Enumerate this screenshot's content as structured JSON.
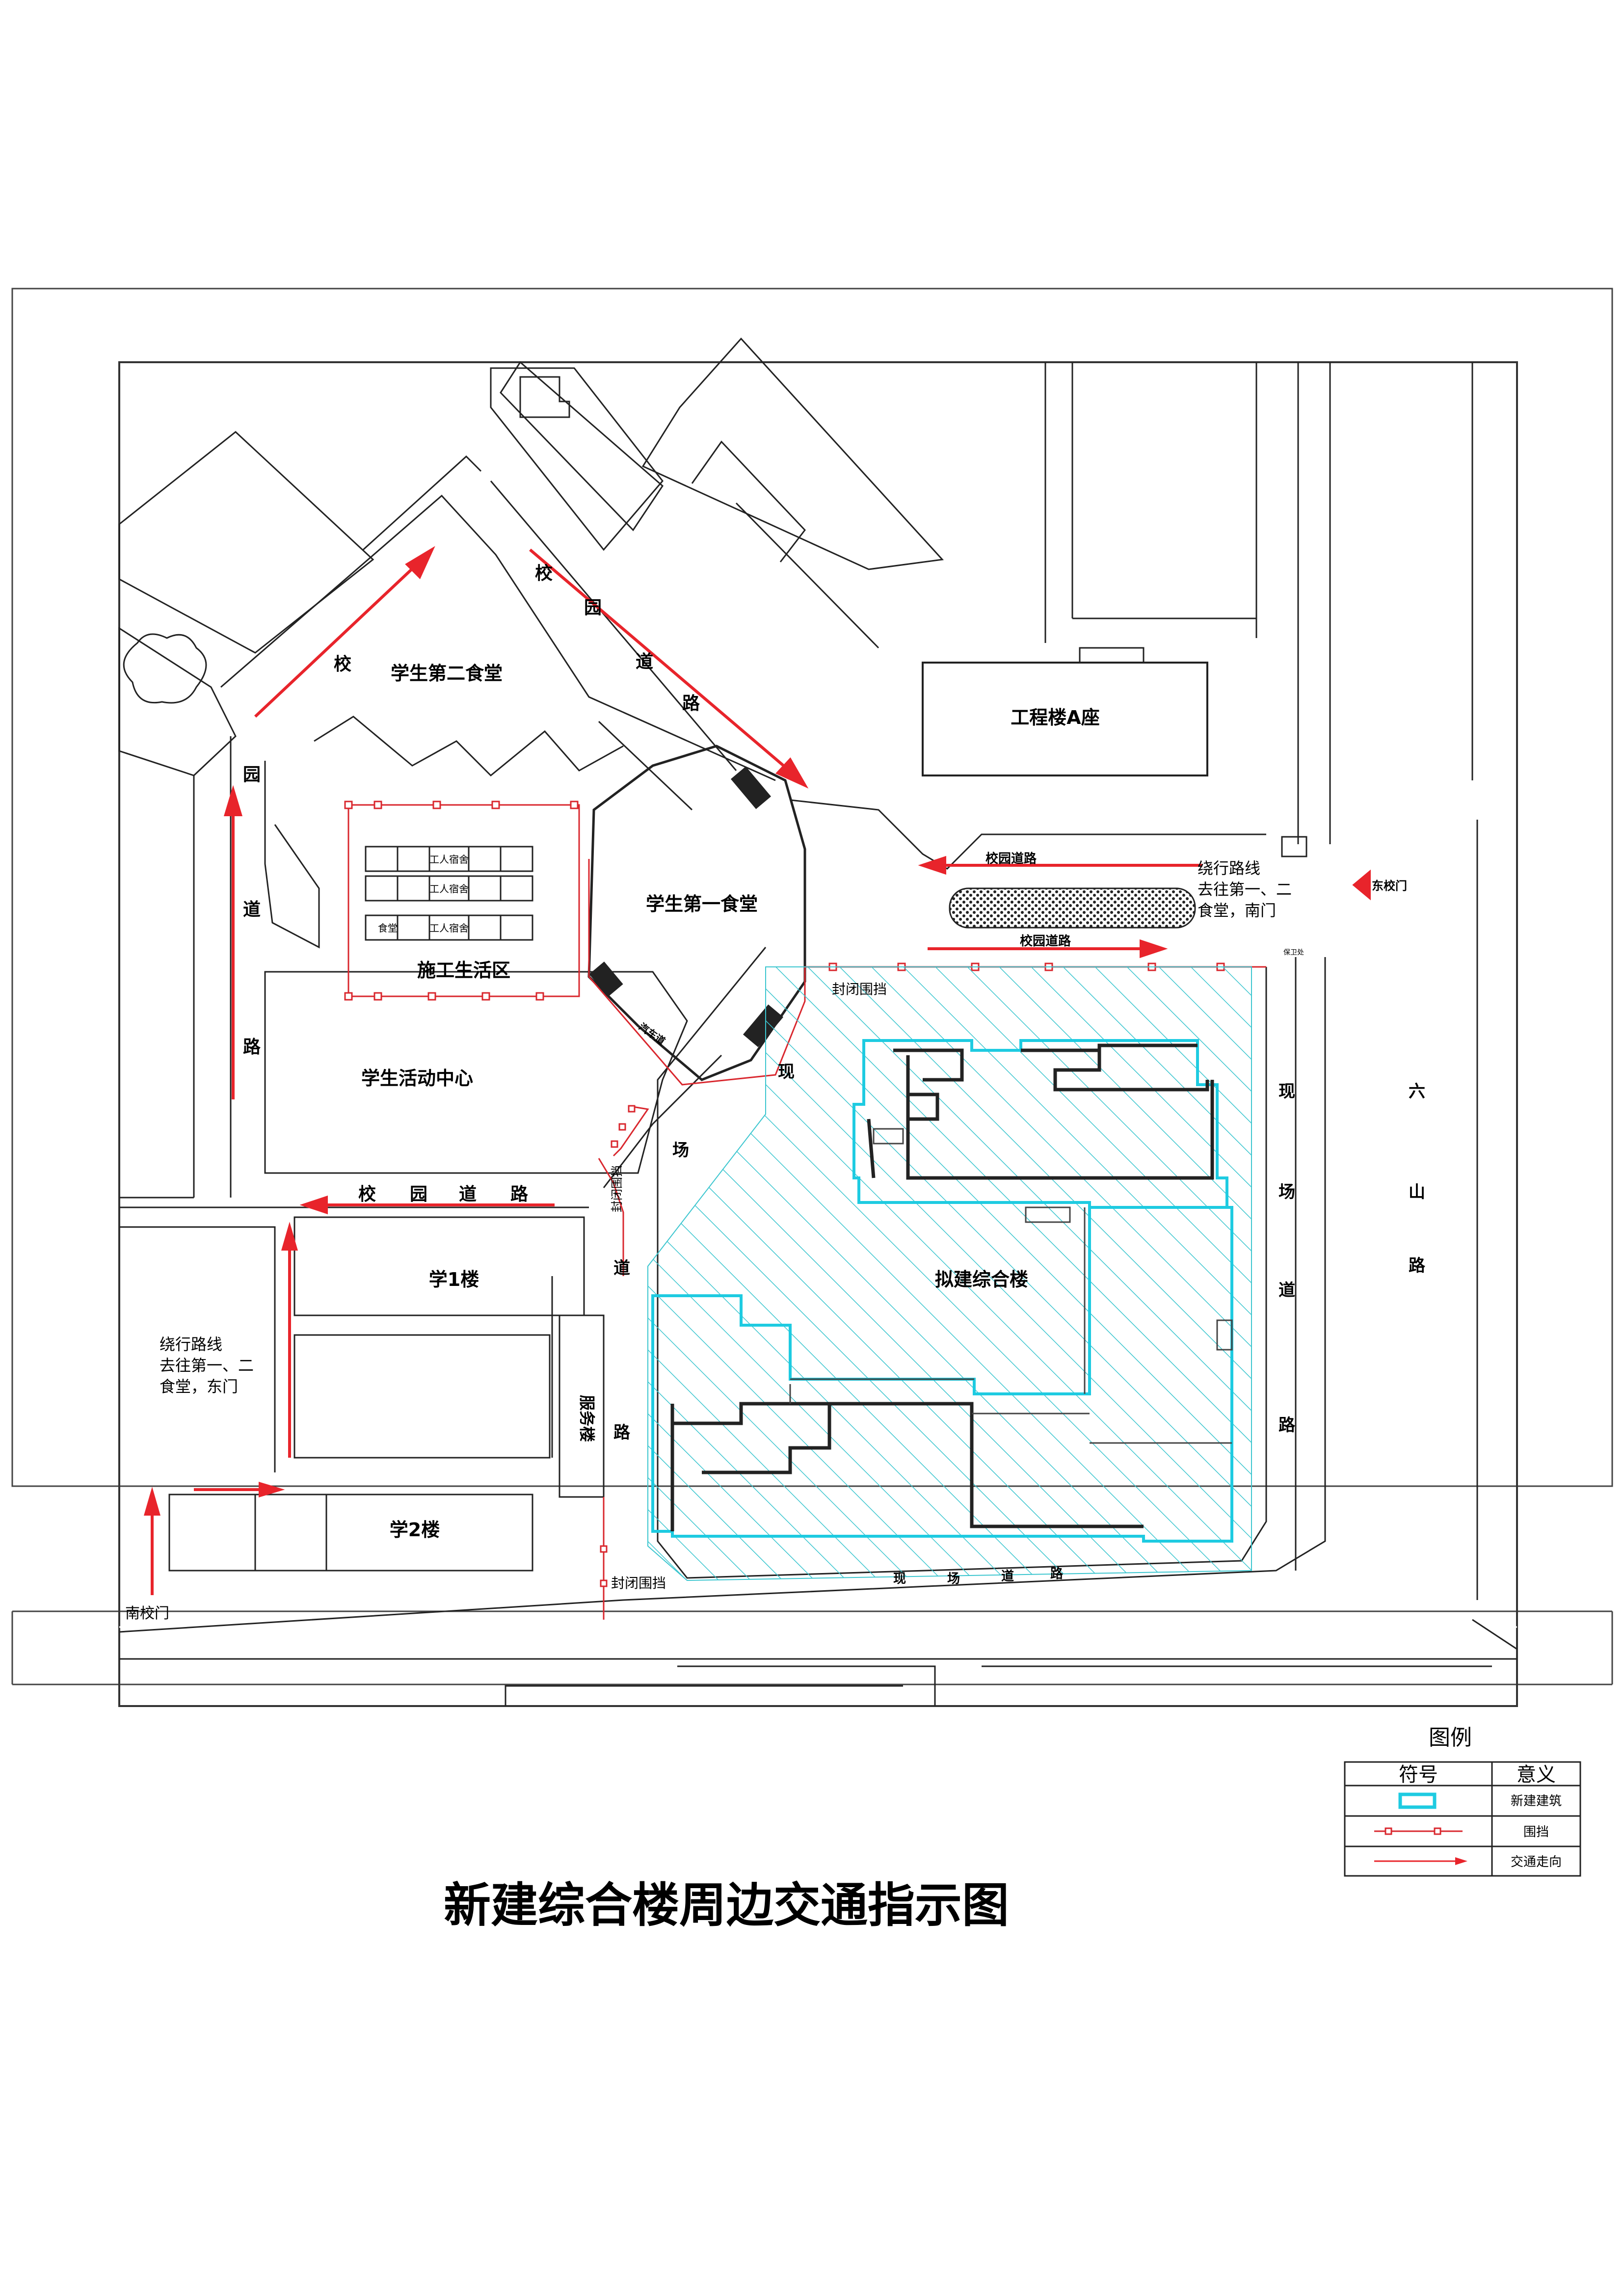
{
  "title": "新建综合楼周边交通指示图",
  "colors": {
    "new_building": "#1ecbe1",
    "fence": "#d9272e",
    "traffic": "#e8242b",
    "line": "#222222"
  },
  "buildings": {
    "canteen2": "学生第二食堂",
    "canteen1": "学生第一食堂",
    "construction_area": "施工生活区",
    "dorm_a": "工人宿舍",
    "dorm_b": "工人宿舍",
    "dorm_c": "工人宿舍",
    "dorm_canteen": "食堂",
    "activity_center": "学生活动中心",
    "eng_a": "工程楼A座",
    "xue1": "学1楼",
    "xue2": "学2楼",
    "service": "服务楼",
    "proposed": "拟建综合楼",
    "guard": "保卫处"
  },
  "roads": {
    "c1": "校",
    "c2": "园",
    "c3": "道",
    "c4": "路",
    "campus_road_h1": "校园道路",
    "campus_road_h2": "校园道路",
    "campus_road_lower": [
      "校",
      "园",
      "道",
      "路"
    ],
    "site_left": [
      "现",
      "场",
      "道",
      "路"
    ],
    "site_right": [
      "现",
      "场",
      "道",
      "路"
    ],
    "site_bottom": [
      "现",
      "场",
      "道",
      "路"
    ],
    "liushan": [
      "六",
      "山",
      "路"
    ],
    "bus_lane": "汽车道"
  },
  "notes": {
    "detour_east_1": "绕行路线",
    "detour_east_2": "去往第一、二",
    "detour_east_3": "食堂，南门",
    "detour_west_1": "绕行路线",
    "detour_west_2": "去往第一、二",
    "detour_west_3": "食堂，东门",
    "east_gate": "东校门",
    "south_gate": "南校门",
    "fence_1": "封闭围挡",
    "fence_2": "封闭围挡",
    "fence_3": "封闭围挡"
  },
  "legend": {
    "title": "图例",
    "col_symbol": "符号",
    "col_meaning": "意义",
    "rows": [
      {
        "icon": "cyan-rectangle-icon",
        "meaning": "新建建筑"
      },
      {
        "icon": "fence-line-icon",
        "meaning": "围挡"
      },
      {
        "icon": "red-arrow-icon",
        "meaning": "交通走向"
      }
    ]
  }
}
